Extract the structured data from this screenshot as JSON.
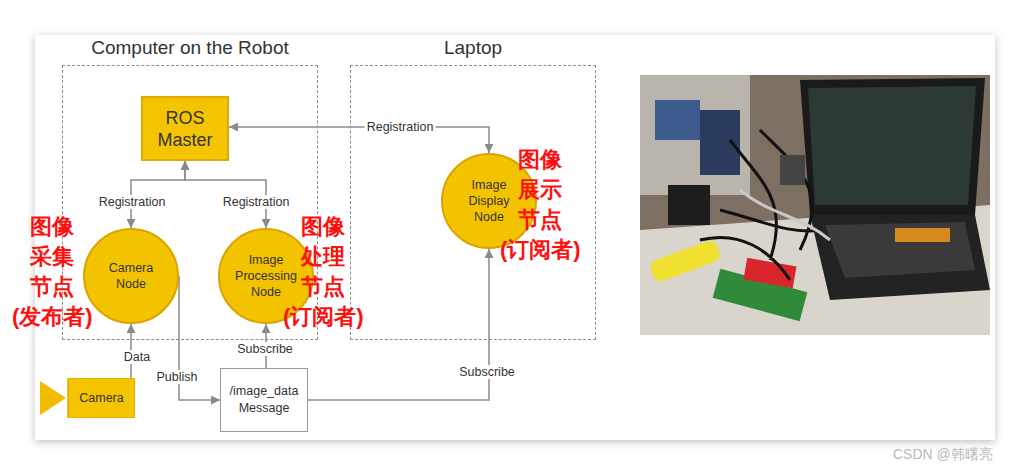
{
  "diagram": {
    "nodes": [
      {
        "text": [
          "Computer on the Robot"
        ]
      },
      {
        "text": [
          "ROS Master"
        ],
        "in": 0
      },
      {
        "text": [
          "Camera Node"
        ],
        "in": 0
      },
      {
        "text": [
          "Image Processing Node"
        ],
        "in": 0
      },
      {
        "text": [
          "Laptop"
        ]
      },
      {
        "text": [
          "Image Display Node"
        ],
        "in": 4
      },
      {
        "text": [
          "Camera"
        ]
      },
      {
        "text": [
          "/image_data Message"
        ]
      }
    ],
    "edges": [
      {
        "from": 2,
        "to": 1,
        "label": "Registration",
        "arrow": "both"
      },
      {
        "from": 3,
        "to": 1,
        "label": "Registration",
        "arrow": "both"
      },
      {
        "from": 5,
        "to": 1,
        "label": "Registration",
        "arrow": "both"
      },
      {
        "from": 6,
        "to": 2,
        "label": "Data",
        "arrow": "to"
      },
      {
        "from": 2,
        "to": 7,
        "label": "Publish",
        "arrow": "to"
      },
      {
        "from": 7,
        "to": 3,
        "label": "Subscribe",
        "arrow": "to"
      },
      {
        "from": 7,
        "to": 5,
        "label": "Subscribe",
        "arrow": "to"
      }
    ],
    "labels": [
      "图像 采集 节点 (发布者)",
      "图像 处理 节点 (订阅者)",
      "图像 展示 节点 (订阅者)",
      "CSDN @韩曙亮"
    ]
  }
}
